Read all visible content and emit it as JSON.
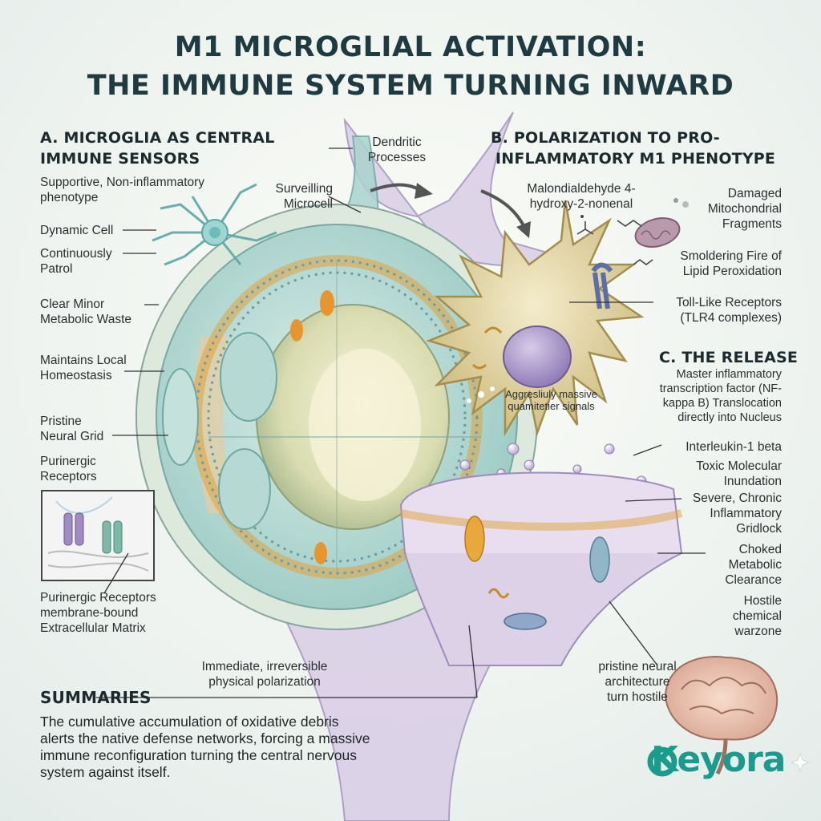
{
  "title": {
    "line1": "M1 MICROGLIAL ACTIVATION:",
    "line2": "THE IMMUNE SYSTEM TURNING INWARD"
  },
  "section_a": {
    "heading_line1": "A. MICROGLIA AS CENTRAL",
    "heading_line2": "IMMUNE SENSORS",
    "labels": [
      "Supportive, Non-inflammatory phenotype",
      "Dynamic Cell",
      "Continuously Patrol",
      "Clear Minor Metabolic Waste",
      "Maintains Local Homeostasis",
      "Pristine Neural Grid",
      "Purinergic Receptors",
      "Purinergic Receptors membrane-bound Extracellular Matrix"
    ]
  },
  "center_labels": {
    "dendritic": "Dendritic Processes",
    "surveilling": "Surveilling Microcell",
    "aggressive": "Aggresliuly massive quamitetier signals",
    "polarization": "Immediate, irreversible physical polarization"
  },
  "section_b": {
    "heading_line1": "B. POLARIZATION TO PRO-",
    "heading_line2": "INFLAMMATORY M1 PHENOTYPE",
    "aldehydes": "Malondialdehyde 4-hydroxy-2-nonenal",
    "mito": "Damaged Mitochondrial Fragments",
    "lipid": "Smoldering Fire of Lipid Peroxidation",
    "tlr": "Toll-Like Receptors (TLR4 complexes)"
  },
  "section_c": {
    "heading": "C. THE RELEASE",
    "nfkb": "Master inflammatory transcription factor (NF-kappa B) Translocation directly into Nucleus",
    "il1b": "Interleukin-1 beta",
    "toxic": "Toxic Molecular Inundation",
    "gridlock": "Severe, Chronic Inflammatory Gridlock",
    "choked": "Choked Metabolic Clearance",
    "warzone": "Hostile chemical warzone",
    "pristine": "pristine neural architecture turn hostile"
  },
  "summaries": {
    "heading": "SUMMARIES",
    "text": "The cumulative accumulation of oxidative debris alerts the native defense networks, forcing a massive immune reconfiguration turning the central nervous system against itself."
  },
  "logo": {
    "text": "Keyora"
  },
  "colors": {
    "title": "#1f3a40",
    "teal_cell": "#a9d3cf",
    "lavender_cell": "#d9cbe6",
    "activated_cell": "#dccf9a",
    "nucleus": "#9f8cc0",
    "membrane_orange": "#e0a23c",
    "logo": "#1b9b8e"
  }
}
